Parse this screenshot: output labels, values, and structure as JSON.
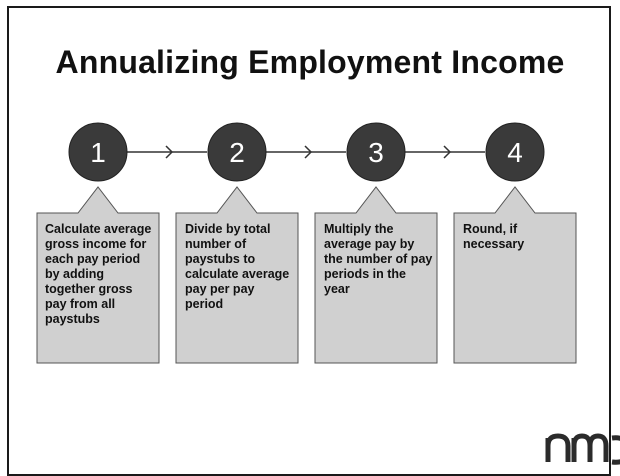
{
  "slide": {
    "title": "Annualizing Employment Income"
  },
  "steps": [
    {
      "number": "1",
      "text": "Calculate average gross income for each pay period by adding together gross pay from all paystubs"
    },
    {
      "number": "2",
      "text": "Divide by total number of paystubs to calculate average pay per pay period"
    },
    {
      "number": "3",
      "text": "Multiply the average pay by the number of pay periods in the year"
    },
    {
      "number": "4",
      "text": "Round, if necessary"
    }
  ],
  "colors": {
    "circle_fill": "#3a3a3a",
    "box_fill": "#d0d0d0",
    "line": "#333333"
  },
  "logo": {
    "name": "nmc-logo"
  }
}
